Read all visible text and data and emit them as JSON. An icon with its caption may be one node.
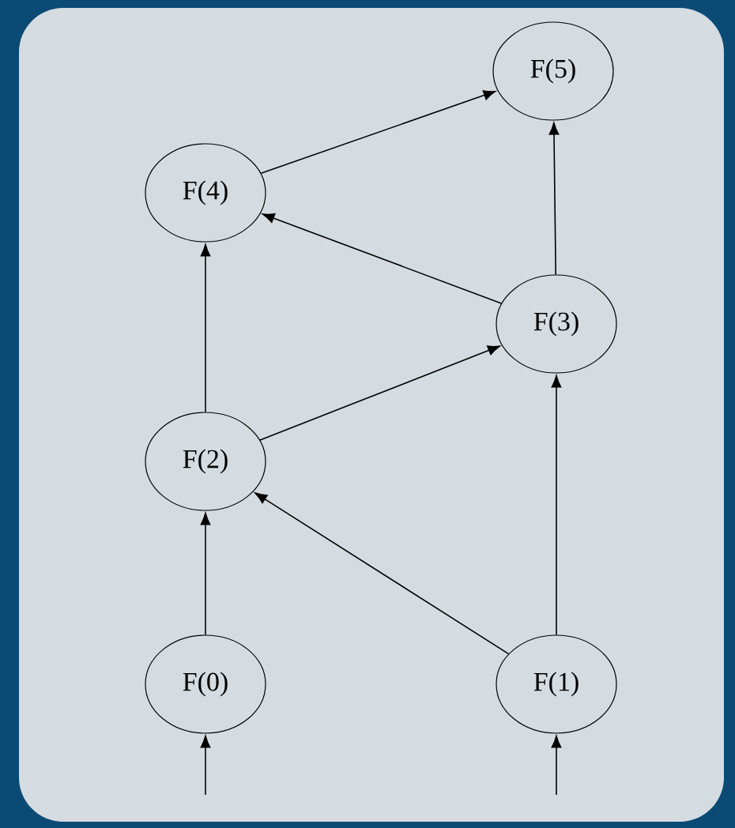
{
  "diagram": {
    "nodes": [
      {
        "text": [
          "F(5)"
        ]
      },
      {
        "text": [
          "F(4)"
        ]
      },
      {
        "text": [
          "F(3)"
        ]
      },
      {
        "text": [
          "F(2)"
        ]
      },
      {
        "text": [
          "F(0)"
        ]
      },
      {
        "text": [
          "F(1)"
        ]
      }
    ],
    "edges": [
      {
        "from": 1,
        "to": 0,
        "arrow": "to"
      },
      {
        "from": 2,
        "to": 0,
        "arrow": "to"
      },
      {
        "from": 2,
        "to": 1,
        "arrow": "to"
      },
      {
        "from": 3,
        "to": 1,
        "arrow": "to"
      },
      {
        "from": 3,
        "to": 2,
        "arrow": "to"
      },
      {
        "from": 4,
        "to": 3,
        "arrow": "to"
      },
      {
        "from": 5,
        "to": 3,
        "arrow": "to"
      },
      {
        "from": 5,
        "to": 2,
        "arrow": "to"
      },
      {
        "from": null,
        "to": 4,
        "arrow": "to"
      },
      {
        "from": null,
        "to": 5,
        "arrow": "to"
      }
    ]
  }
}
